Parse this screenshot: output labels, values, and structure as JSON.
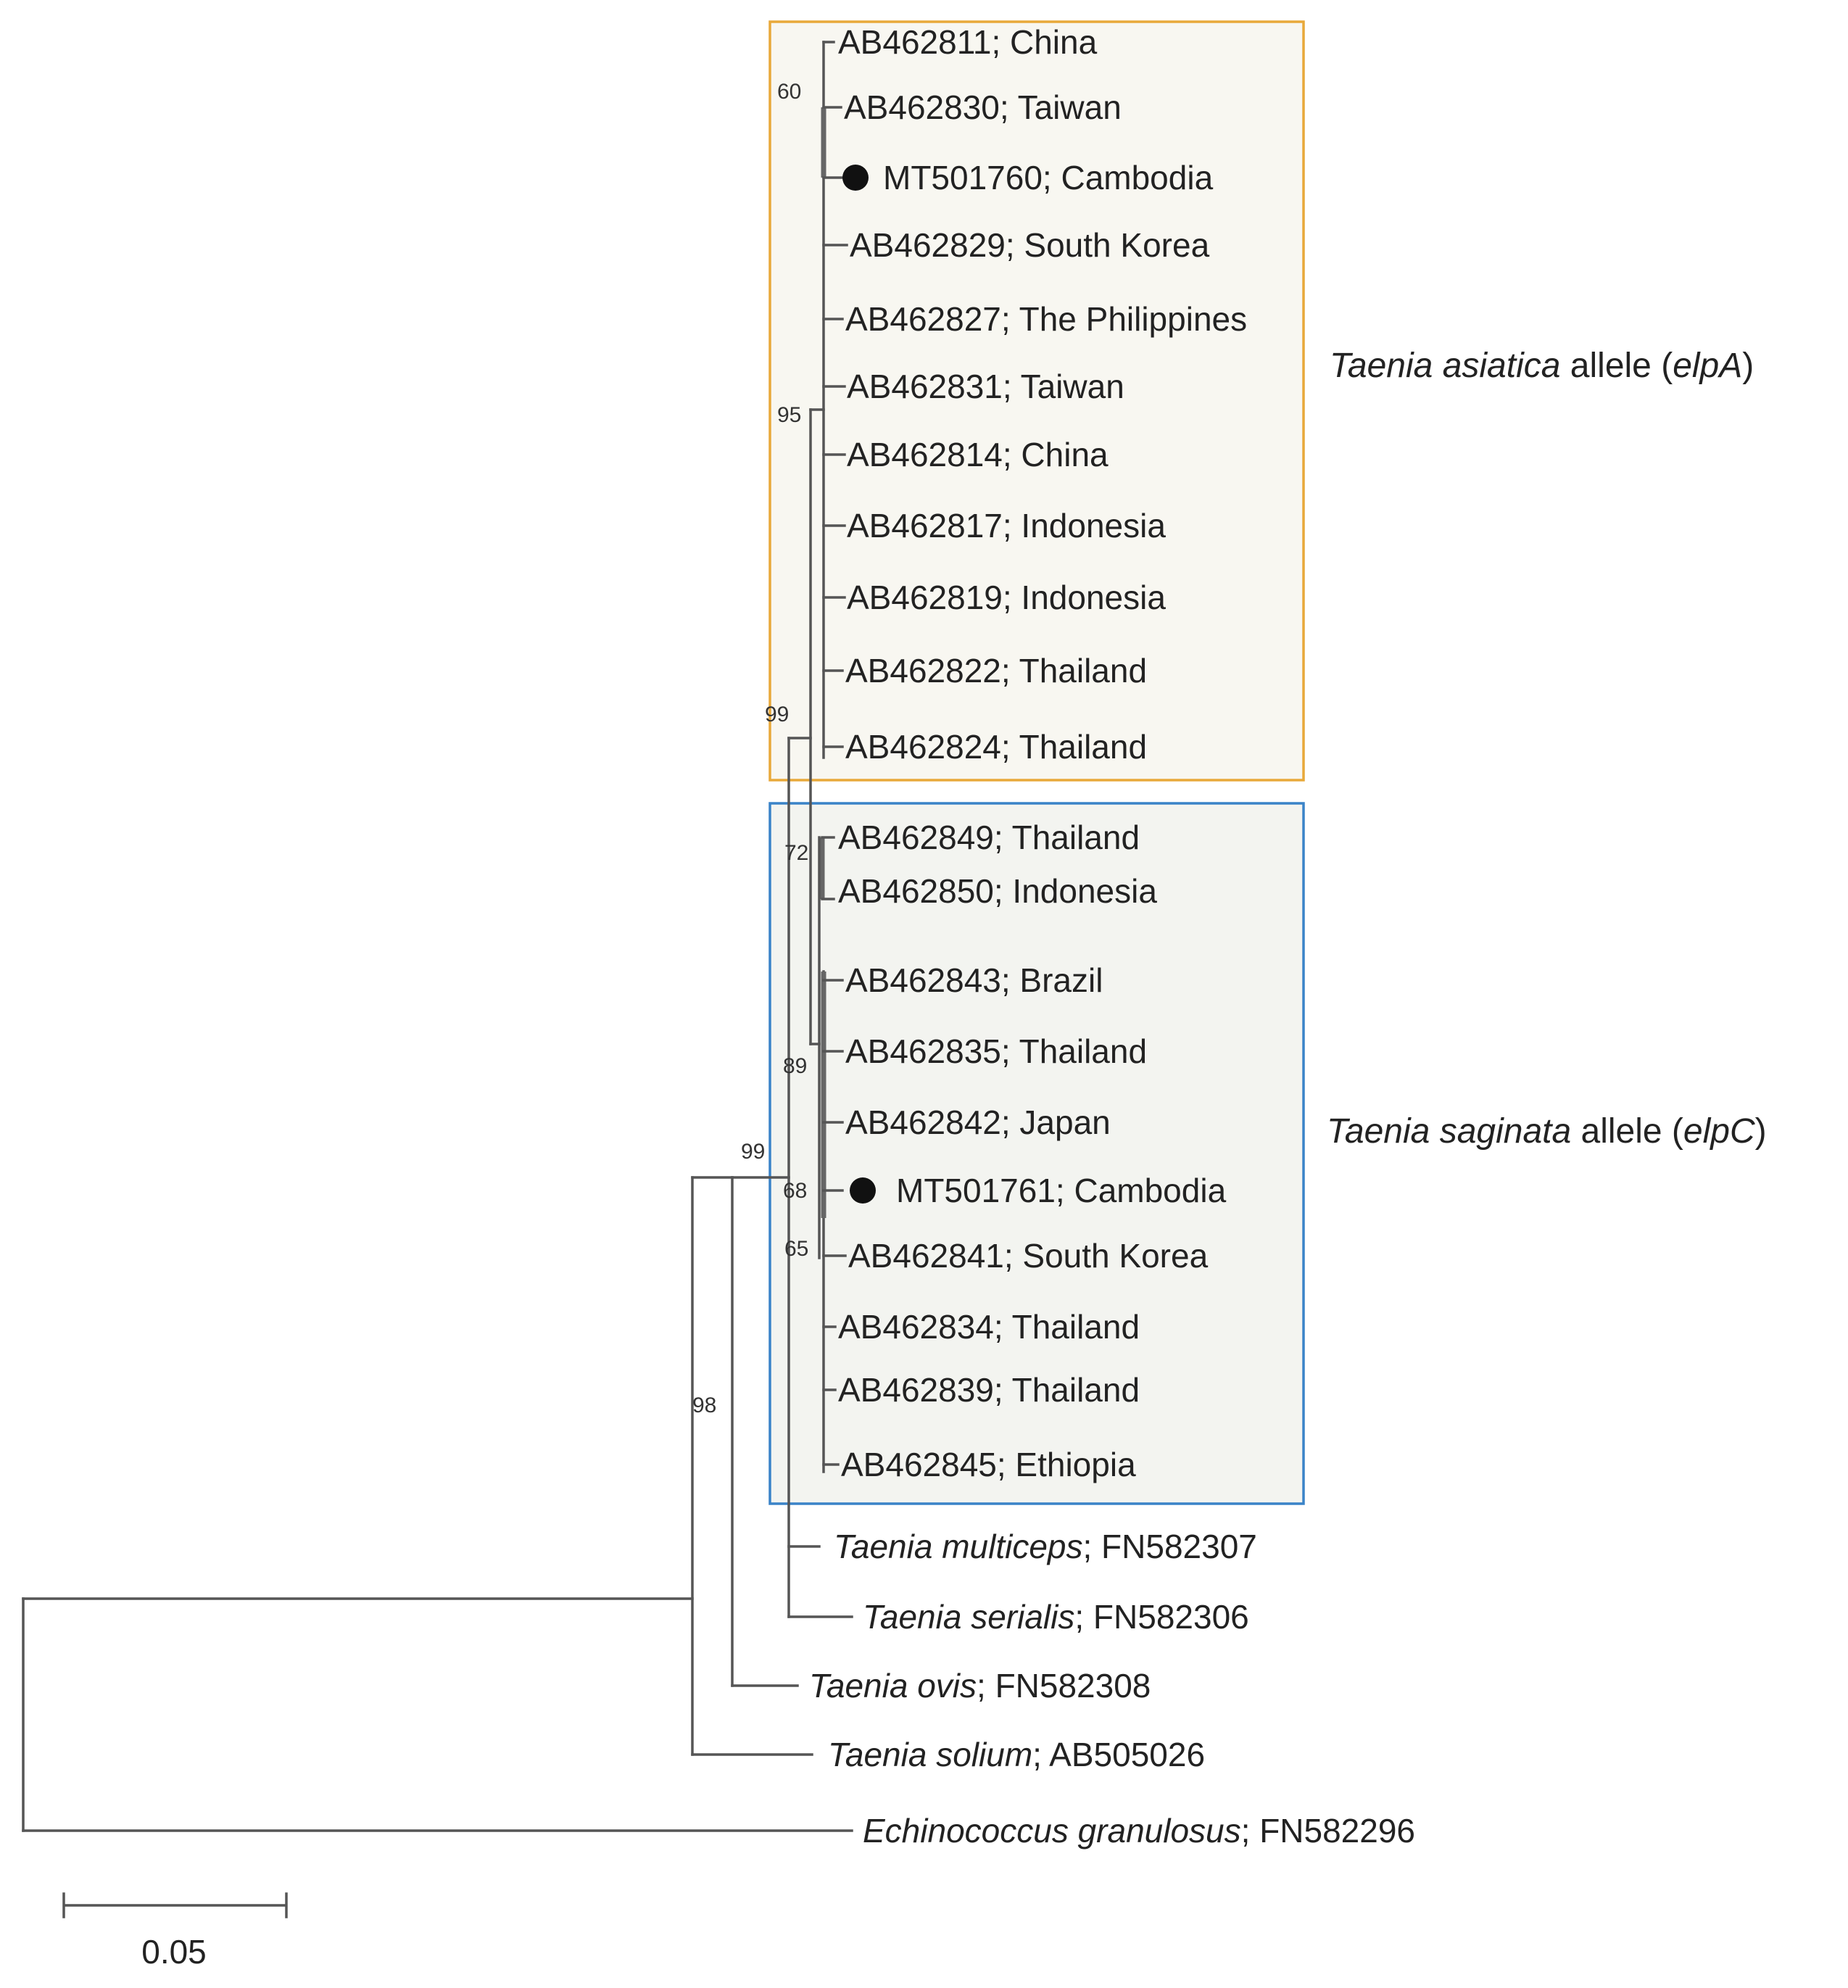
{
  "clades": {
    "asiatica": {
      "species": "Taenia asiatica",
      "suffix": " allele (",
      "gene": "elpA",
      "close": ")",
      "box_color": "#e8a93a",
      "fill_color": "#f8f7f1"
    },
    "saginata": {
      "species": "Taenia saginata",
      "suffix": " allele (",
      "gene": "elpC",
      "close": ")",
      "box_color": "#3a83c8",
      "fill_color": "#f3f4f0"
    }
  },
  "leaves": {
    "asiatica": [
      {
        "label": "AB462811; China"
      },
      {
        "label": "AB462830; Taiwan"
      },
      {
        "label": "MT501760; Cambodia",
        "marked": true
      },
      {
        "label": "AB462829; South Korea"
      },
      {
        "label": "AB462827; The Philippines"
      },
      {
        "label": "AB462831; Taiwan"
      },
      {
        "label": "AB462814; China"
      },
      {
        "label": "AB462817; Indonesia"
      },
      {
        "label": "AB462819; Indonesia"
      },
      {
        "label": "AB462822; Thailand"
      },
      {
        "label": "AB462824; Thailand"
      }
    ],
    "saginata": [
      {
        "label": "AB462849; Thailand"
      },
      {
        "label": "AB462850; Indonesia"
      },
      {
        "label": "AB462843; Brazil"
      },
      {
        "label": "AB462835; Thailand"
      },
      {
        "label": "AB462842; Japan"
      },
      {
        "label": "MT501761; Cambodia",
        "marked": true
      },
      {
        "label": "AB462841; South Korea"
      },
      {
        "label": "AB462834; Thailand"
      },
      {
        "label": "AB462839; Thailand"
      },
      {
        "label": "AB462845; Ethiopia"
      }
    ],
    "outgroups": [
      {
        "species": "Taenia multiceps",
        "accession": "; FN582307"
      },
      {
        "species": "Taenia serialis",
        "accession": "; FN582306"
      },
      {
        "species": "Taenia ovis",
        "accession": "; FN582308"
      },
      {
        "species": "Taenia solium",
        "accession": "; AB505026"
      },
      {
        "species": "Echinococcus granulosus",
        "accession": "; FN582296"
      }
    ]
  },
  "bootstrap": [
    "60",
    "95",
    "99",
    "72",
    "89",
    "99",
    "68",
    "65",
    "98"
  ],
  "scale_bar": {
    "label": "0.05",
    "value": 0.05
  }
}
